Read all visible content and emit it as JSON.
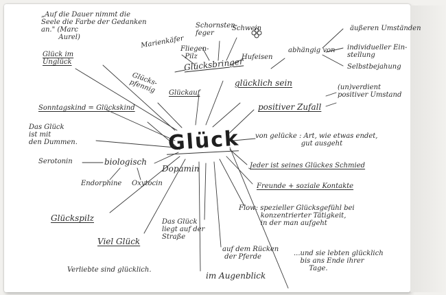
{
  "center": "Glück",
  "terms": {
    "quote": "„Auf die Dauer nimmt die\nSeele die Farbe der Gedanken\nan.\" (Marc\n        Aurel)",
    "glueck_im_unglueck": "Glück im\nUnglück",
    "marienkaefer": "Marienkäfer",
    "schornstein": "Schornsten-\nfeger",
    "schwein": "Schwein",
    "glueckspfennig": "Glücks-\npfennig",
    "gluecksbringer": "Glücksbringer",
    "hufeisen": "Hufeisen",
    "fliegen_pilz": "Fliegen-\n  Pilz",
    "glueckauf": "Glückauf",
    "sonntagskind": "Sonntagskind = Glückskind",
    "dummen": "Das Glück\nist mit\nden Dummen.",
    "serotonin": "Serotonin",
    "biologisch": "biologisch",
    "dopamin": "Dopamin",
    "endorphine": "Endorphine",
    "oxytocin": "Oxytocin",
    "glueckspilz": "Glückspilz",
    "viel_glueck": "Viel Glück",
    "strasse": "Das Glück\nliegt auf der\nStraße",
    "verliebte": "Verliebte sind glücklich.",
    "augenblick": "im Augenblick",
    "pferde": "auf dem Rücken\n der Pferde",
    "bis_ans_ende": "...und sie lebten glücklich\n   bis ans Ende ihrer\n       Tage.",
    "flow": "Flow: spezieller Glücksgefühl bei\n          konzentrierter Tätigkeit,\n          in der man aufgeht",
    "freunde": "Freunde + soziale Kontakte",
    "schmied": "Jeder ist seines Glückes Schmied",
    "von_gluecke": "von gelücke : Art, wie etwas endet,\n                     gut ausgeht",
    "positiver_zufall": "positiver Zufall",
    "unverdient": "(un)verdient\npositiver Umstand",
    "gluecklich_sein": "glücklich sein",
    "abhaengig": "abhängig von",
    "aeussere": "äußeren Umständen",
    "individuelle": "individueller Ein-\nstellung",
    "selbstbejahung": "Selbstbejahung"
  }
}
